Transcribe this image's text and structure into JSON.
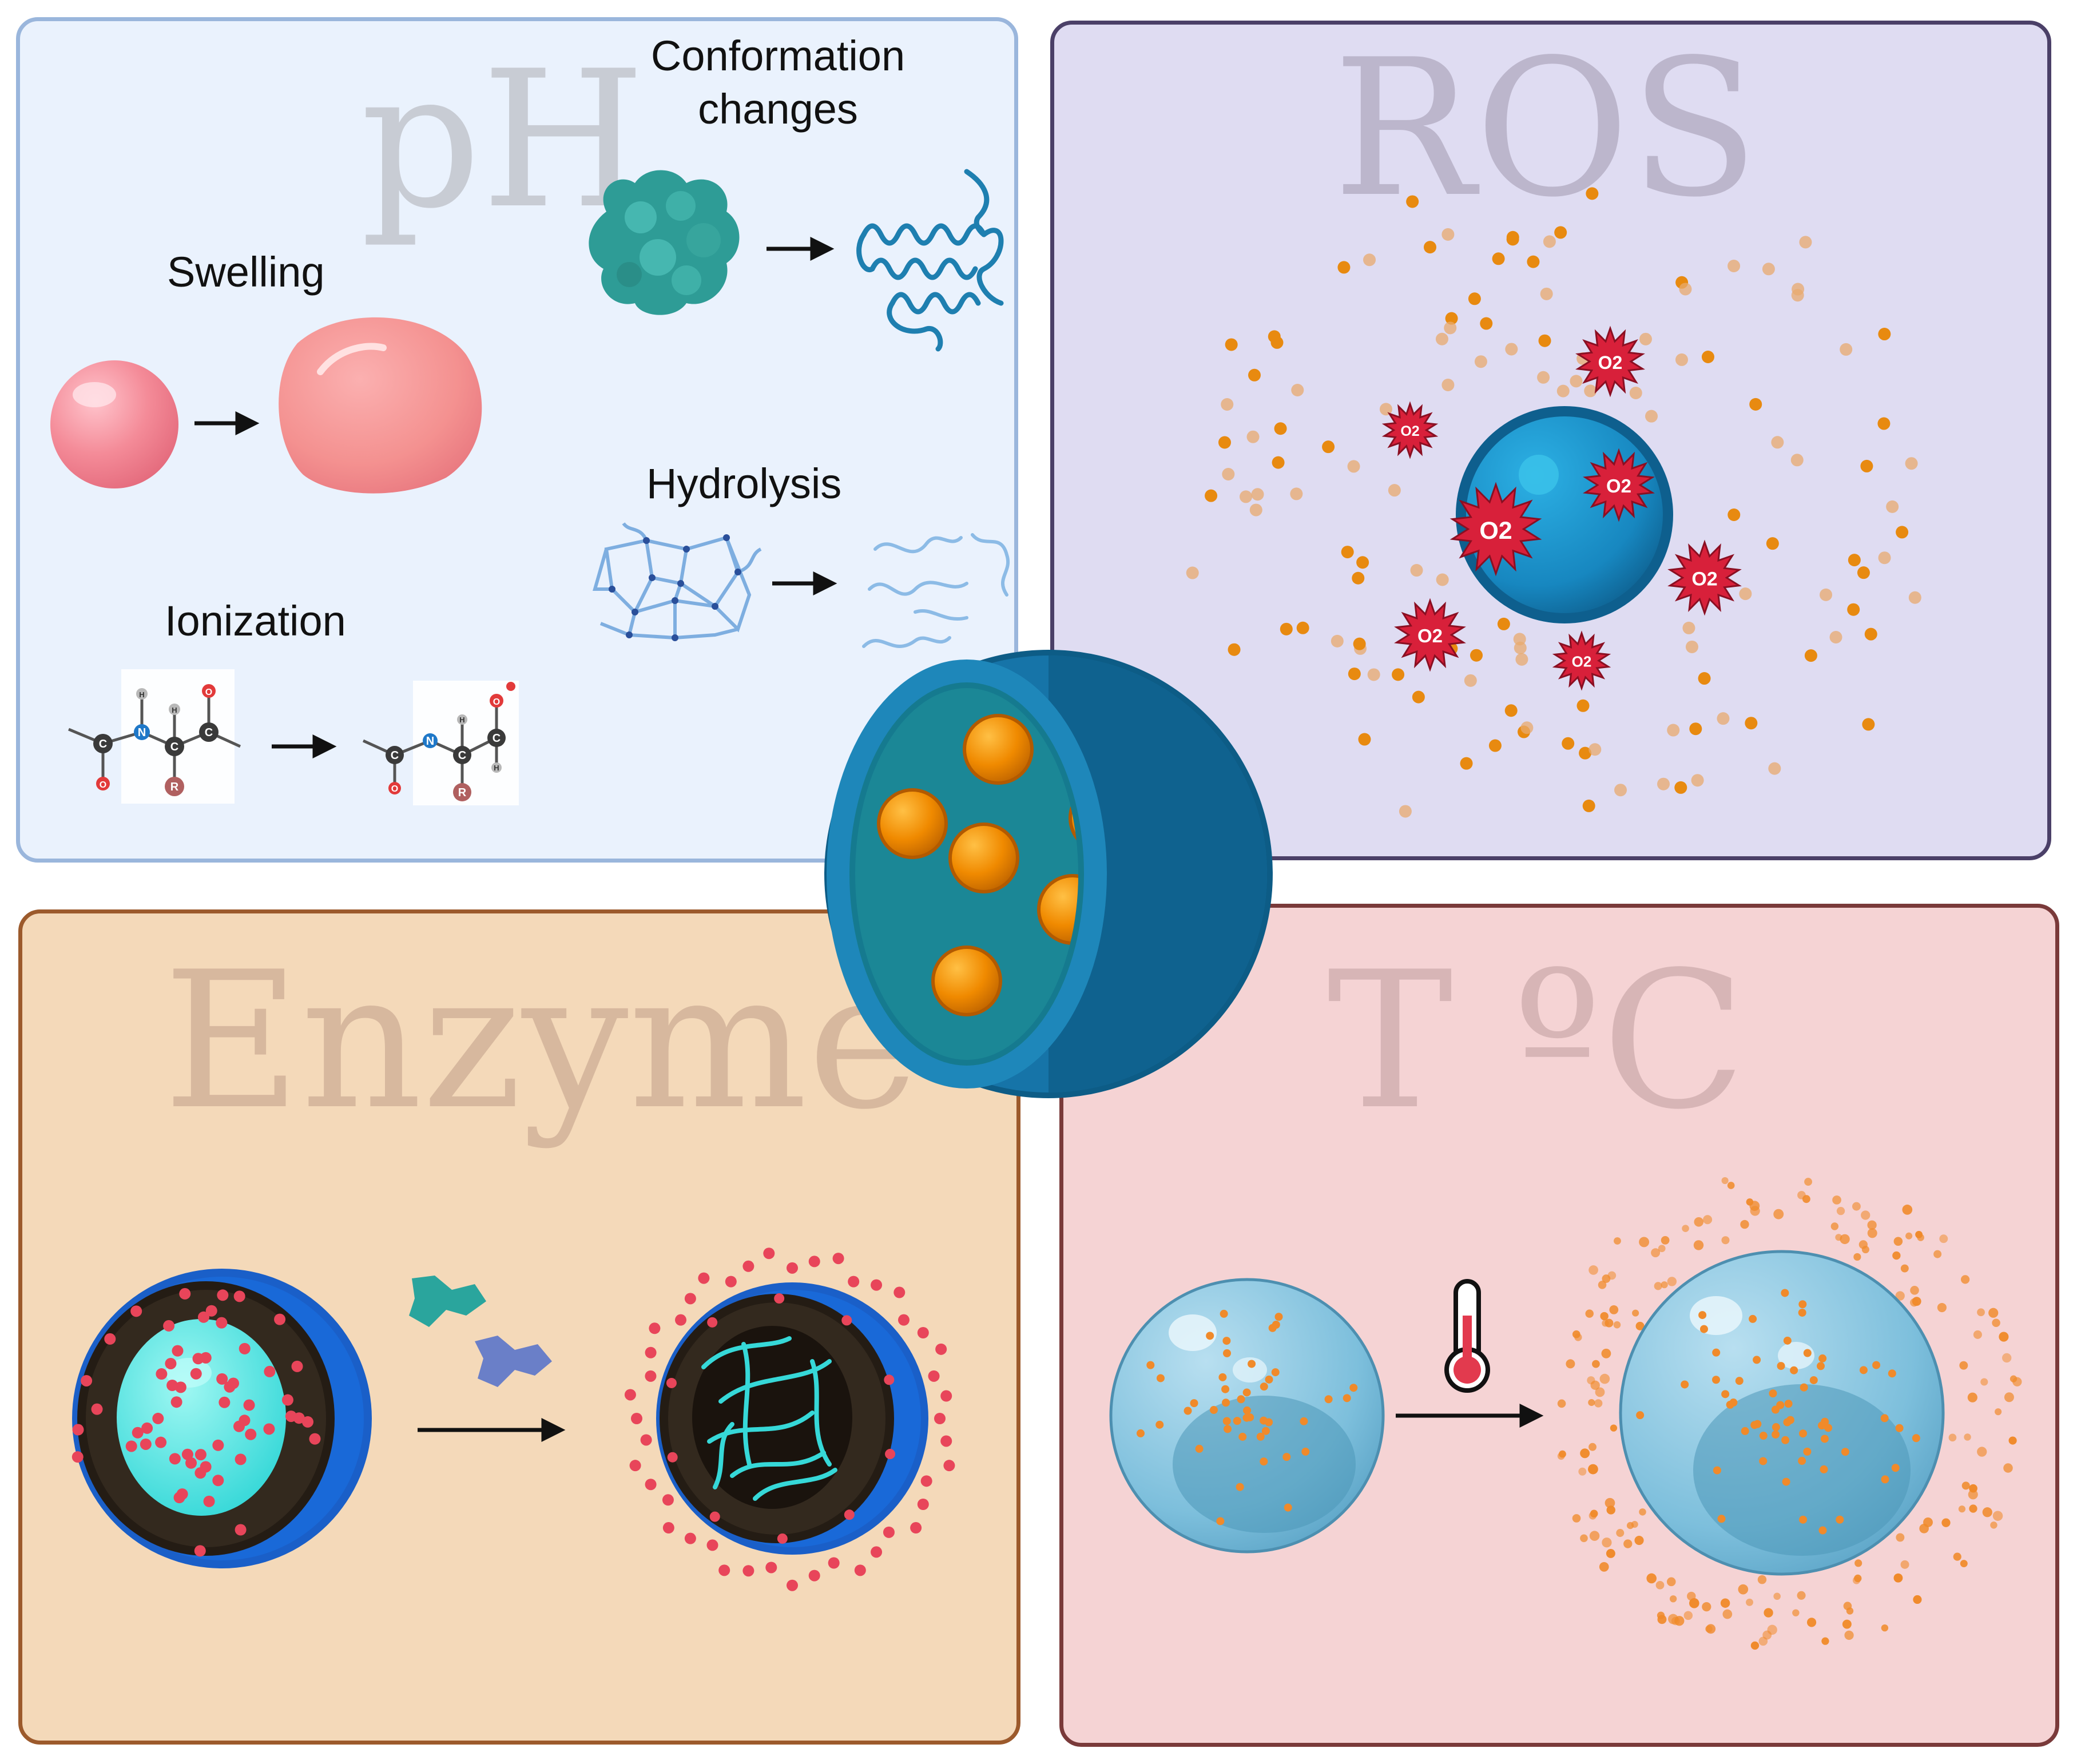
{
  "panels": {
    "ph": {
      "watermark": "pH",
      "labels": {
        "conformation": "Conformation\nchanges",
        "swelling": "Swelling",
        "hydrolysis": "Hydrolysis",
        "ionization": "Ionization"
      },
      "atoms": {
        "c": "C",
        "n": "N",
        "o": "O",
        "h": "H",
        "r": "R"
      }
    },
    "ros": {
      "watermark": "ROS",
      "species": "O2"
    },
    "enzyme": {
      "watermark": "Enzyme"
    },
    "temperature": {
      "watermark": "T ºC"
    }
  },
  "colors": {
    "ph_bg": "#eaf2fd",
    "ros_bg": "#dfdcf2",
    "enzyme_bg": "#f4d9b9",
    "temp_bg": "#f5d3d4",
    "nanoparticle_blue": "#1a74a8",
    "cargo_orange": "#f08a00",
    "ros_red": "#d8203a"
  }
}
